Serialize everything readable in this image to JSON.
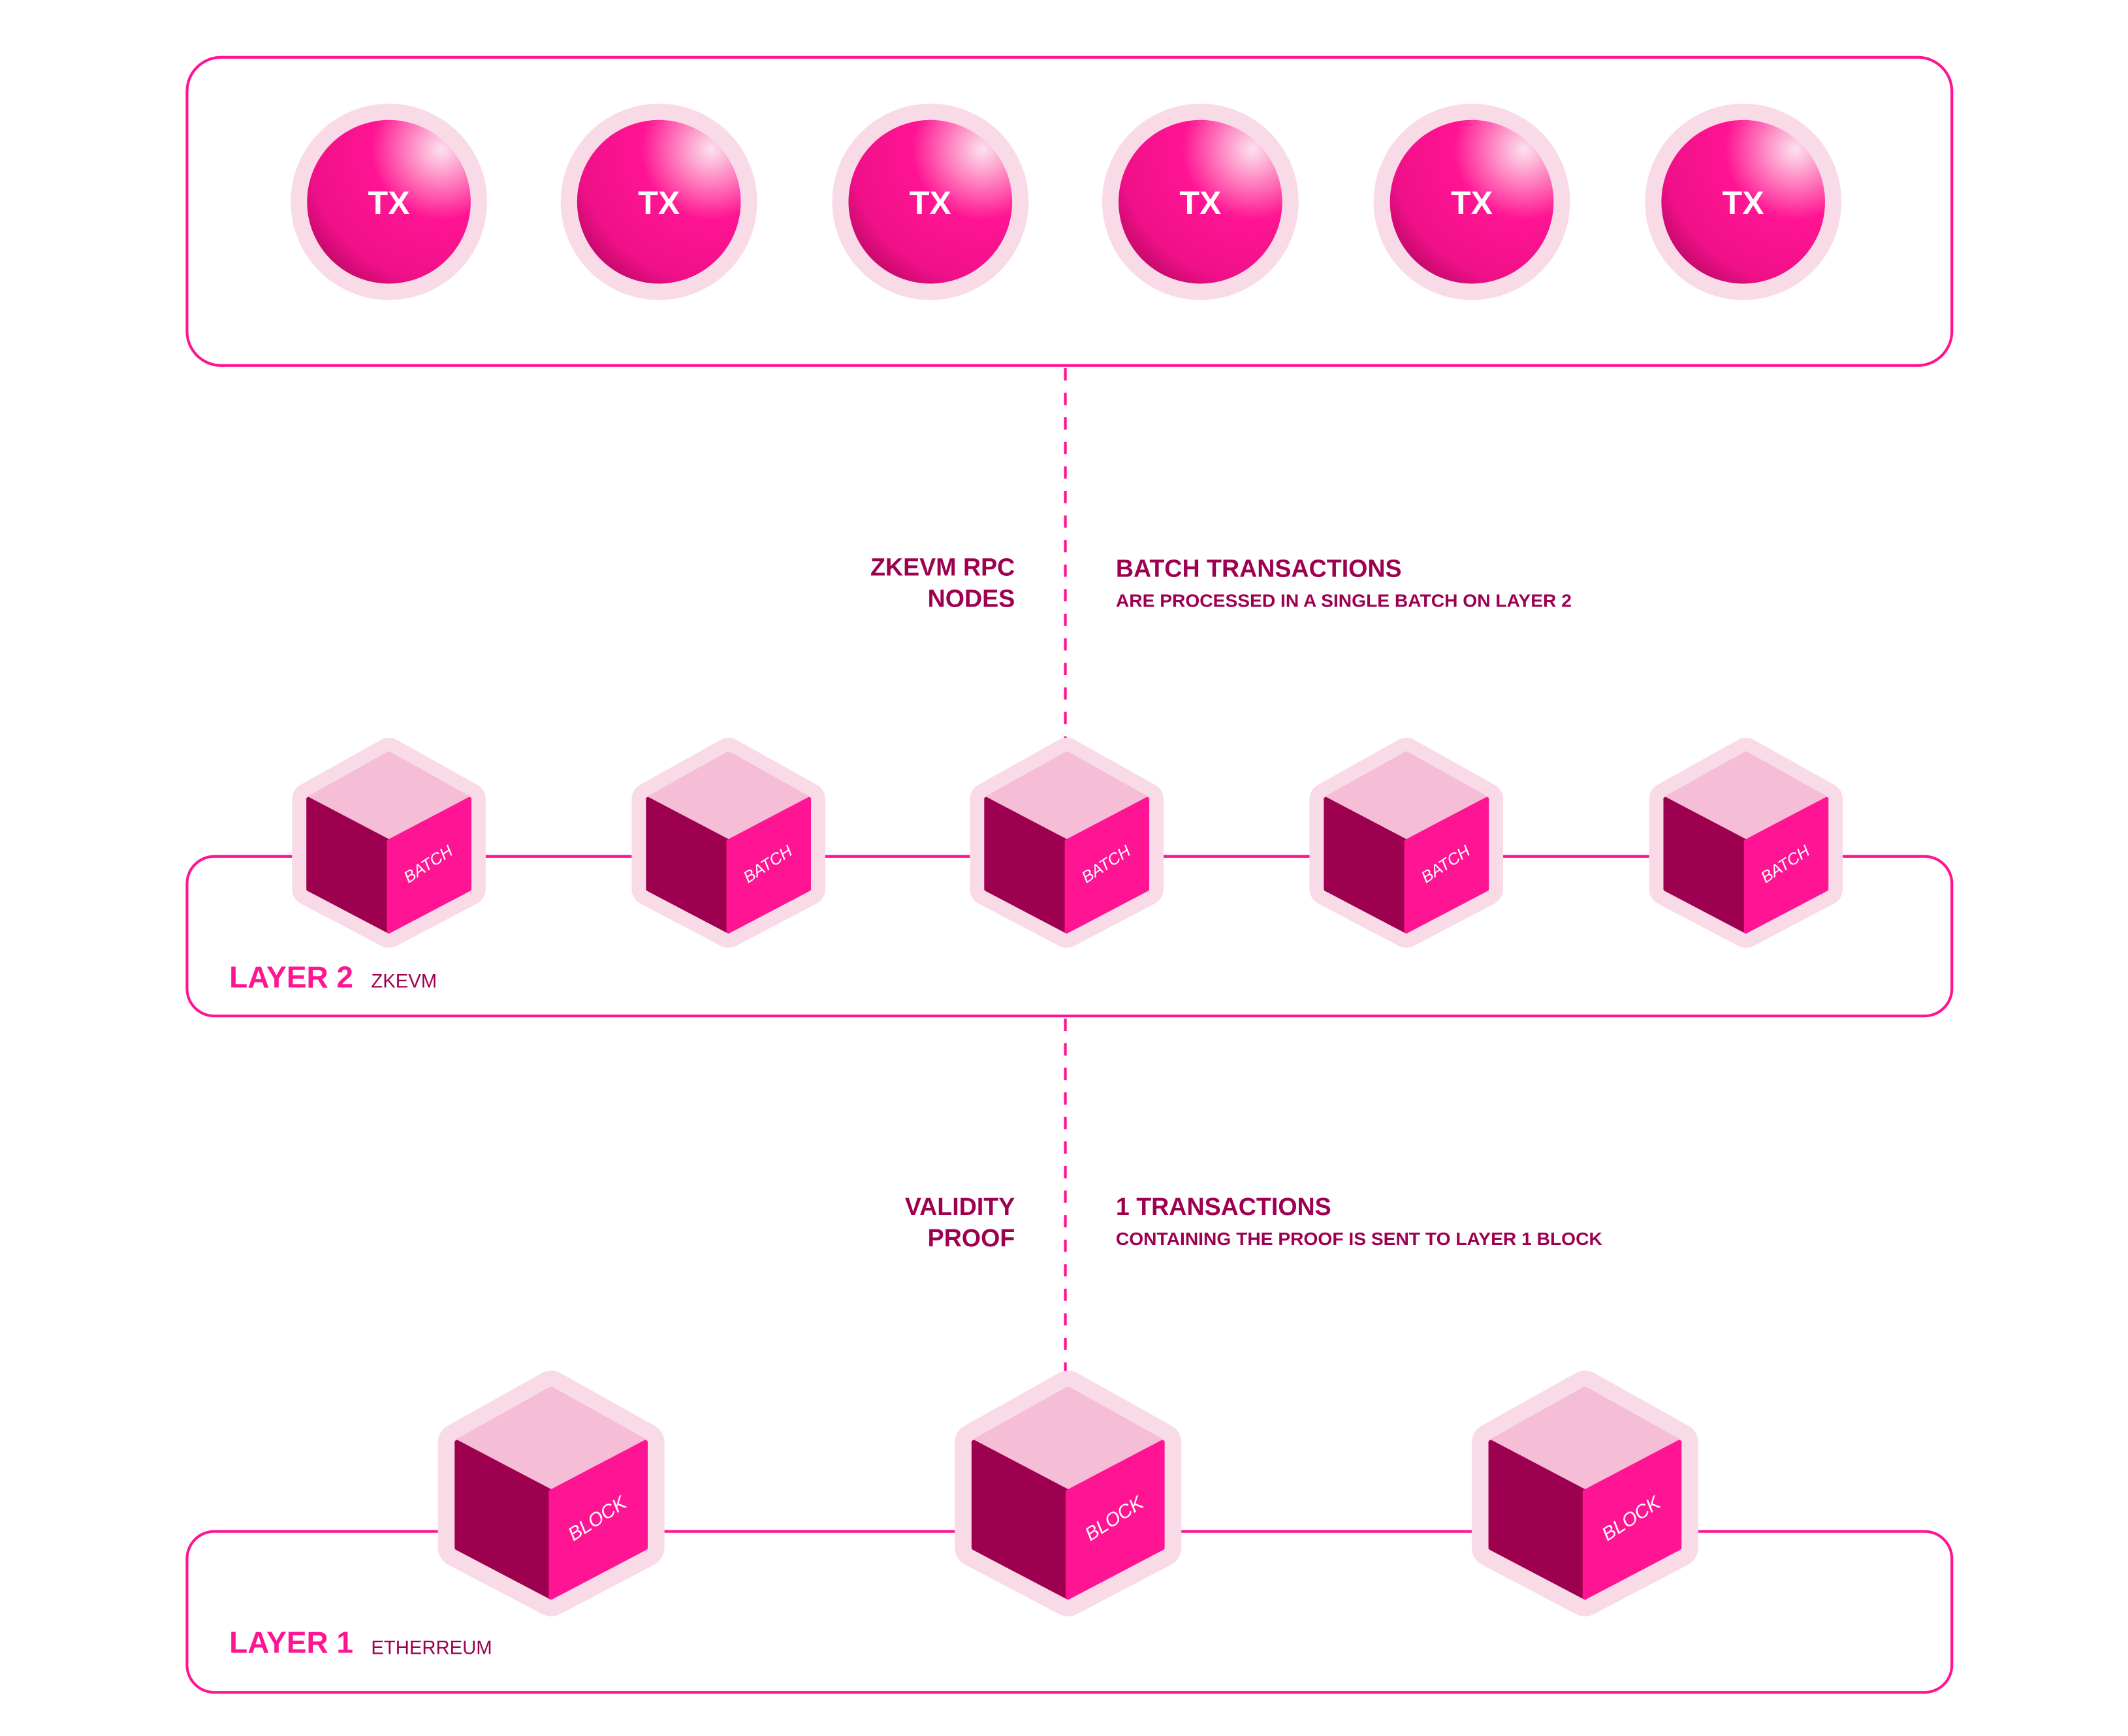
{
  "colors": {
    "accent": "#ff1493",
    "dark": "#9e0050",
    "halo": "#f9dbe7",
    "top_face": "#f5bdd6"
  },
  "transactions": [
    "TX",
    "TX",
    "TX",
    "TX",
    "TX",
    "TX"
  ],
  "step1": {
    "left_label_line1": "ZKEVM RPC",
    "left_label_line2": "NODES",
    "title": "BATCH TRANSACTIONS",
    "subtitle": "ARE PROCESSED IN A SINGLE BATCH ON LAYER 2"
  },
  "layer2": {
    "label": "LAYER 2",
    "sublabel": "ZKEVM",
    "batches": [
      "BATCH",
      "BATCH",
      "BATCH",
      "BATCH",
      "BATCH"
    ]
  },
  "step2": {
    "left_label_line1": "VALIDITY",
    "left_label_line2": "PROOF",
    "title": "1 TRANSACTIONS",
    "subtitle": "CONTAINING THE PROOF IS SENT TO LAYER 1 BLOCK"
  },
  "layer1": {
    "label": "LAYER 1",
    "sublabel": "ETHERREUM",
    "blocks": [
      "BLOCK",
      "BLOCK",
      "BLOCK"
    ]
  }
}
